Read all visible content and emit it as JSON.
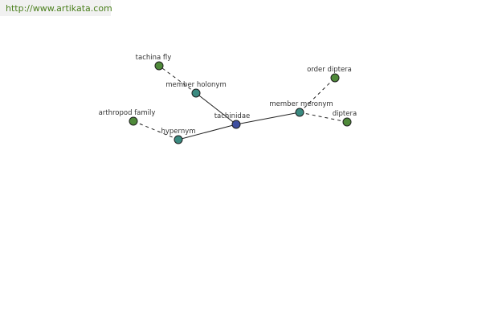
{
  "header": {
    "url": "http://www.artikata.com"
  },
  "colors": {
    "center": "#3f4fa0",
    "relation": "#3a8a80",
    "term": "#4f8a3a",
    "edge": "#222222"
  },
  "graph": {
    "nodes": [
      {
        "id": "tachinidae",
        "label": "tachinidae",
        "kind": "center"
      },
      {
        "id": "hypernym",
        "label": "hypernym",
        "kind": "relation"
      },
      {
        "id": "member_holonym",
        "label": "member holonym",
        "kind": "relation"
      },
      {
        "id": "member_meronym",
        "label": "member meronym",
        "kind": "relation"
      },
      {
        "id": "tachina_fly",
        "label": "tachina fly",
        "kind": "term"
      },
      {
        "id": "arthropod_family",
        "label": "arthropod family",
        "kind": "term"
      },
      {
        "id": "order_diptera",
        "label": "order diptera",
        "kind": "term"
      },
      {
        "id": "diptera",
        "label": "diptera",
        "kind": "term"
      }
    ],
    "edges": [
      {
        "from": "tachinidae",
        "to": "hypernym",
        "style": "solid"
      },
      {
        "from": "tachinidae",
        "to": "member_holonym",
        "style": "solid"
      },
      {
        "from": "tachinidae",
        "to": "member_meronym",
        "style": "solid"
      },
      {
        "from": "hypernym",
        "to": "arthropod_family",
        "style": "dashed"
      },
      {
        "from": "member_holonym",
        "to": "tachina_fly",
        "style": "dashed"
      },
      {
        "from": "member_meronym",
        "to": "order_diptera",
        "style": "dashed"
      },
      {
        "from": "member_meronym",
        "to": "diptera",
        "style": "dashed"
      }
    ]
  }
}
